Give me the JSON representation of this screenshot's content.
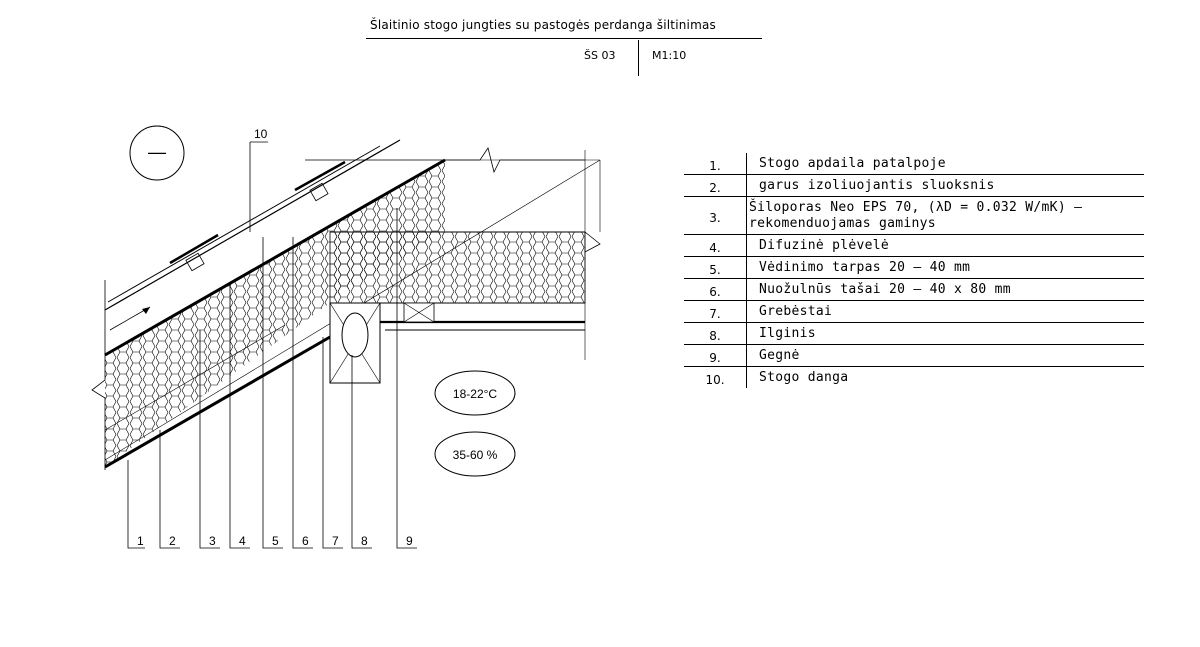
{
  "header": {
    "title": "Šlaitinio stogo jungties su pastogės perdanga šiltinimas",
    "code": "ŠS 03",
    "scale": "M1:10"
  },
  "drawing": {
    "symbol": "—",
    "callout_top": "10",
    "temperature": "18-22°C",
    "humidity": "35-60 %",
    "callouts": [
      "1",
      "2",
      "3",
      "4",
      "5",
      "6",
      "7",
      "8",
      "9"
    ]
  },
  "legend": [
    {
      "num": "1.",
      "text": "Stogo apdaila patalpoje"
    },
    {
      "num": "2.",
      "text": "garus izoliuojantis sluoksnis"
    },
    {
      "num": "3.",
      "text": "Šiloporas Neo EPS 70, (λD = 0.032 W/mK) –",
      "text2": "rekomenduojamas gaminys"
    },
    {
      "num": "4.",
      "text": "Difuzinė plėvelė"
    },
    {
      "num": "5.",
      "text": "Vėdinimo tarpas 20 – 40 mm"
    },
    {
      "num": "6.",
      "text": "Nuožulnūs tašai 20 – 40 x 80 mm"
    },
    {
      "num": "7.",
      "text": "Grebėstai"
    },
    {
      "num": "8.",
      "text": "Ilginis"
    },
    {
      "num": "9.",
      "text": "Gegnė"
    },
    {
      "num": "10.",
      "text": "Stogo danga"
    }
  ]
}
